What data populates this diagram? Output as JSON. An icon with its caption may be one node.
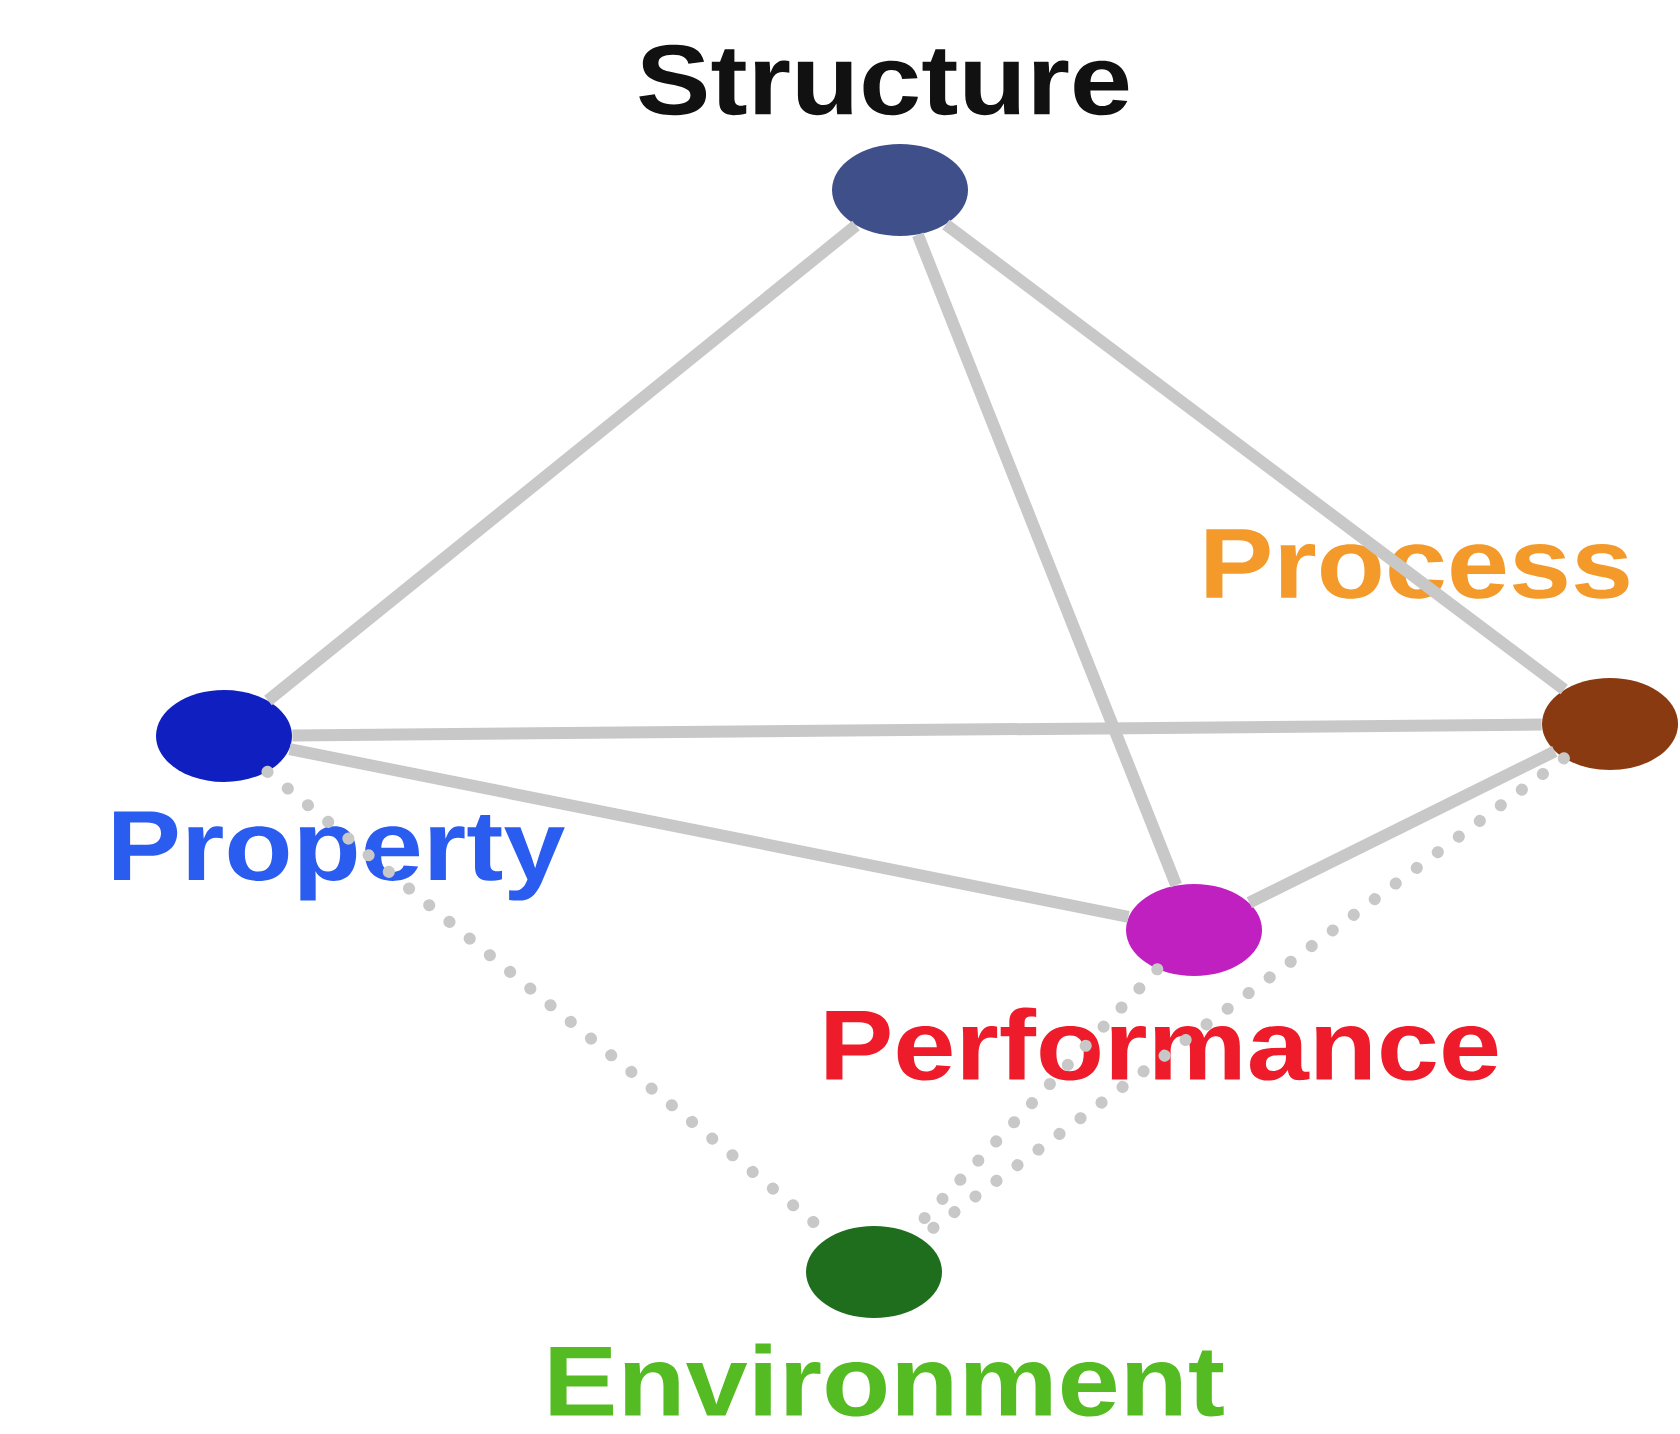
{
  "diagram": {
    "nodes": [
      {
        "text": [
          "Structure"
        ]
      },
      {
        "text": [
          "Process"
        ]
      },
      {
        "text": [
          "Property"
        ]
      },
      {
        "text": [
          "Performance"
        ]
      },
      {
        "text": [
          "Environment"
        ]
      }
    ],
    "edges": [
      {
        "from": 0,
        "to": 2,
        "arrow": "none"
      },
      {
        "from": 0,
        "to": 3,
        "arrow": "none"
      },
      {
        "from": 0,
        "to": 1,
        "arrow": "none"
      },
      {
        "from": 2,
        "to": 1,
        "arrow": "none"
      },
      {
        "from": 2,
        "to": 3,
        "arrow": "none"
      },
      {
        "from": 3,
        "to": 1,
        "arrow": "none"
      },
      {
        "from": 2,
        "to": 4,
        "arrow": "none",
        "style": "dashed"
      },
      {
        "from": 3,
        "to": 4,
        "arrow": "none",
        "style": "dashed"
      },
      {
        "from": 1,
        "to": 4,
        "arrow": "none",
        "style": "dashed"
      }
    ]
  }
}
